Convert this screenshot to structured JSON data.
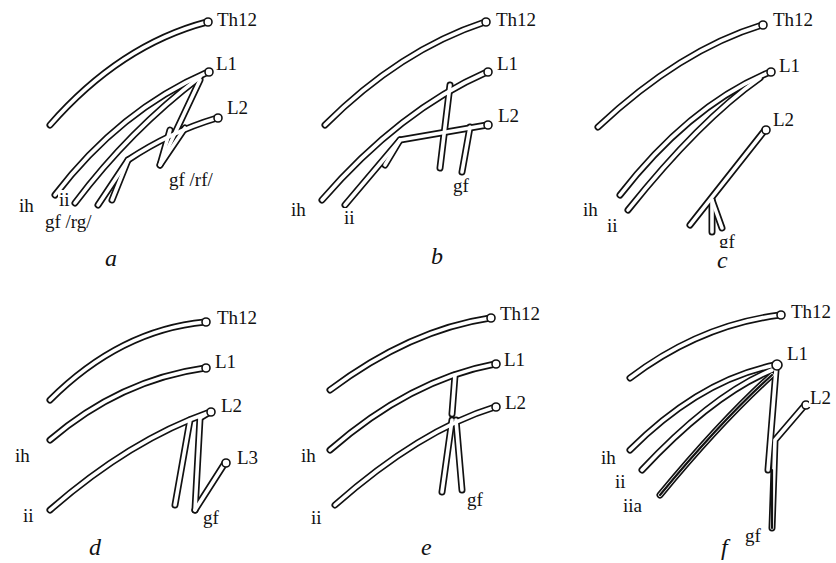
{
  "diagram": {
    "labels": [
      "Th12",
      "L1",
      "L2",
      "ih",
      "ii",
      "gf /rf/",
      "gf /rg/",
      "a",
      "Th12",
      "L1",
      "L2",
      "ih",
      "ii",
      "gf",
      "b",
      "Th12",
      "L1",
      "L2",
      "ih",
      "ii",
      "gf",
      "c",
      "Th12",
      "L1",
      "L2",
      "L3",
      "ih",
      "ii",
      "gf",
      "d",
      "Th12",
      "L1",
      "L2",
      "ih",
      "ii",
      "gf",
      "e",
      "Th12",
      "L1",
      "L2",
      "ih",
      "ii",
      "iia",
      "gf",
      "f"
    ]
  }
}
